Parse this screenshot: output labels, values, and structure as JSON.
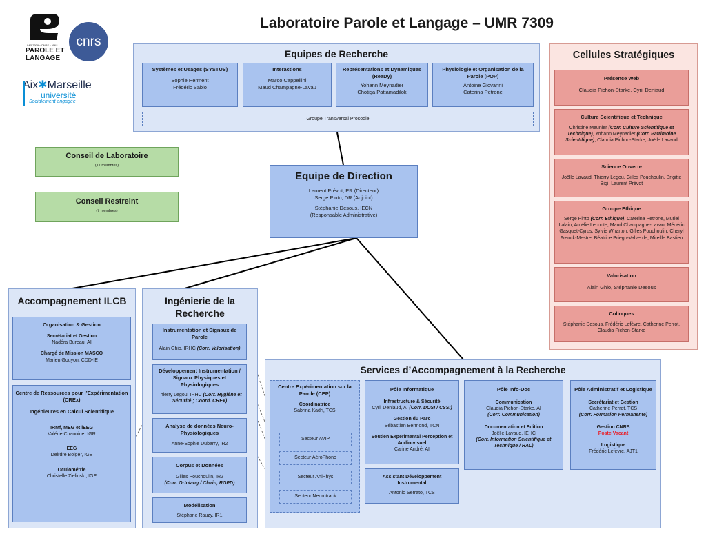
{
  "title": "Laboratoire Parole et Langage – UMR 7309",
  "logos": {
    "lpl_sub": "UMR 7309 • CNRS • AMU",
    "lpl_line1": "PAROLE ET",
    "lpl_line2": "LANGAGE",
    "cnrs": "cnrs",
    "amu_aix": "Aix",
    "amu_marseille": "Marseille",
    "amu_univ": "université",
    "amu_tag": "Socialement engagée"
  },
  "equipes": {
    "title": "Equipes de Recherche",
    "teams": [
      {
        "name": "Systèmes et Usages (SYSTUS)",
        "members": [
          "Sophie Herment",
          "Frédéric Sabio"
        ]
      },
      {
        "name": "Interactions",
        "members": [
          "Marco Cappellini",
          "Maud Champagne-Lavau"
        ]
      },
      {
        "name": "Représentations et Dynamiques (ReaDy)",
        "members": [
          "Yohann Meynadier",
          "Chotiga Pattamadilok"
        ]
      },
      {
        "name": "Physiologie et Organisation de la Parole (POP)",
        "members": [
          "Antoine Giovanni",
          "Caterina Petrone"
        ]
      }
    ],
    "transversal": "Groupe Transversal Prosodie"
  },
  "conseil_labo": {
    "title": "Conseil de Laboratoire",
    "sub": "(17 membres)"
  },
  "conseil_restreint": {
    "title": "Conseil Restreint",
    "sub": "(7 membres)"
  },
  "direction": {
    "title": "Equipe de Direction",
    "line1": "Laurent Prévot, PR  (Directeur)",
    "line2": "Serge Pinto, DR (Adjoint)",
    "line3": "Stéphanie Desous, IECN",
    "line4": "(Responsable Administrative)"
  },
  "cellules": {
    "title": "Cellules Stratégiques",
    "presence": {
      "title": "Présence Web",
      "text": "Claudia Pichon-Starke, Cyril Deniaud"
    },
    "culture": {
      "title": "Culture  Scientifique et Technique",
      "p1": "Christine Meunier ",
      "p1i": "(Corr. Culture Scientifique et Technique)",
      "p2": ", Yohann Meynadier ",
      "p2i": "(Corr. Patrimoine Scientifique)",
      "p3": ", Claudia Pichon-Starke, Joëlle Lavaud"
    },
    "science": {
      "title": "Science Ouverte",
      "text": "Joëlle Lavaud, Thierry Legou, Gilles Pouchoulin, Brigitte Bigi, Laurent Prévot"
    },
    "ethique": {
      "title": "Groupe Ethique",
      "p1": "Serge Pinto ",
      "p1i": "(Corr. Ethique)",
      "p2": ", Caterina Petrone, Muriel Lalain, Amélie Leconte, Maud Champagne-Lavau, Médéric Gasquet-Cyrus, Sylvie Wharton, Gilles Pouchoulin, Cheryl Frenck-Mestre, Béatrice Priego-Valverde, Mireille Bastien"
    },
    "valorisation": {
      "title": "Valorisation",
      "text": "Alain Ghio,  Stéphanie Desous"
    },
    "colloques": {
      "title": "Colloques",
      "text": "Stéphanie Desous, Frédéric Lefèvre, Catherine Perrot,  Claudia Pichon-Starke"
    }
  },
  "ilcb": {
    "title": "Accompagnement ILCB",
    "org": {
      "title": "Organisation & Gestion",
      "sec_title": "Secrétariat et Gestion",
      "sec_name": "Nadéra Bureau, AI",
      "masco_title": "Chargé de Mission MASCO",
      "masco_name": "Marien Gouyon, CDD-IE"
    },
    "crex": {
      "title": "Centre de Ressources pour l’Expérimentation (CREx)",
      "sub": "Ingénieures en Calcul Scientifique",
      "irm_title": "IRMf, MEG et iEEG",
      "irm_name": "Valérie Chanoine, IGR",
      "eeg_title": "EEG",
      "eeg_name": "Deirdre Bolger, IGE",
      "oc_title": "Oculométrie",
      "oc_name": "Christelle Zielinski, IGE"
    }
  },
  "inge": {
    "title": "Ingénierie de la Recherche",
    "instru": {
      "title": "Instrumentation et Signaux de Parole",
      "name": "Alain Ghio, IRHC ",
      "corr": "(Corr. Valorisation)"
    },
    "dev": {
      "title": "Développement Instrumentation / Signaux Physiques et Physiologiques",
      "name": "Thierry Legou, IRHC ",
      "corr": "(Corr. Hygiène et Sécurité ; Coord. CREx)"
    },
    "neuro": {
      "title": "Analyse de données Neuro-Physiologiques",
      "name": "Anne-Sophie Dubarry, IR2"
    },
    "corpus": {
      "title": "Corpus et Données",
      "name": "Gilles Pouchoulin, IR2",
      "corr": "(Corr. Ortolang / Clarin, RGPD)"
    },
    "model": {
      "title": "Modélisation",
      "name": "Stéphane Rauzy, IR1"
    }
  },
  "services": {
    "title": "Services d’Accompagnement à la Recherche",
    "cep": {
      "title": "Centre Expérimentation sur la Parole (CEP)",
      "coord_title": "Coordinatrice",
      "coord_name": "Sabrina Kadri, TCS",
      "sectors": [
        "Secteur AVIP",
        "Secteur AéroPhono",
        "Secteur ArtiPhys",
        "Secteur Neurotrack"
      ]
    },
    "info": {
      "title": "Pôle Informatique",
      "infra_title": "Infrastructure & Sécurité",
      "infra_name": "Cyril Deniaud, AI ",
      "infra_corr": "(Corr. DOSI / CSSI)",
      "parc_title": "Gestion du Parc",
      "parc_name": "Sébastien Bermond, TCN",
      "sout_title": "Soutien Expérimental Perception et Audio-visuel",
      "sout_name": "Carine André, AI"
    },
    "assistant": {
      "title": "Assistant Développement Instrumental",
      "name": "Antonio Serrato, TCS"
    },
    "doc": {
      "title": "Pôle Info-Doc",
      "com_title": "Communication",
      "com_name": "Claudia Pichon-Starke, AI",
      "com_corr": "(Corr. Communication)",
      "ed_title": "Documentation et Edition",
      "ed_name": "Joëlle Lavaud, IEHC",
      "ed_corr": "(Corr. Information Scientifique et Technique / HAL)"
    },
    "admin": {
      "title": "Pôle Administratif et Logistique",
      "sec_title": "Secrétariat et Gestion",
      "sec_name": "Catherine Perrot, TCS",
      "sec_corr": "(Corr. Formation Permanente)",
      "cnrs_title": "Gestion CNRS",
      "cnrs_vacant": "Poste Vacant",
      "log_title": "Logistique",
      "log_name": "Frédéric Lefèvre, AJT1"
    }
  },
  "colors": {
    "blue_box": "#a9c3ef",
    "blue_bg": "#dce6f7",
    "green": "#b6dca6",
    "pink_bg": "#fbe5e1",
    "pink_box": "#ea9e99",
    "vacant": "#e8202a"
  }
}
